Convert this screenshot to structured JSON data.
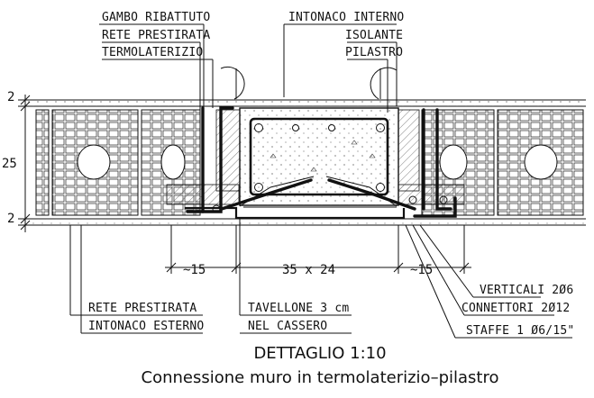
{
  "labels": {
    "gambo_ribattuto": "GAMBO RIBATTUTO",
    "rete_prestirata_top": "RETE PRESTIRATA",
    "termolaterizio": "TERMOLATERIZIO",
    "intonaco_interno": "INTONACO INTERNO",
    "isolante": "ISOLANTE",
    "pilastro": "PILASTRO",
    "rete_prestirata_bottom": "RETE PRESTIRATA",
    "intonaco_esterno": "INTONACO ESTERNO",
    "tavellone": "TAVELLONE 3 cm",
    "nel_cassero": "NEL CASSERO",
    "verticali": "VERTICALI 2Ø6",
    "connettori": "CONNETTORI 2Ø12",
    "staffe": "STAFFE 1 Ø6/15\""
  },
  "dimensions": {
    "top_plaster": "2",
    "wall_thickness": "25",
    "bottom_plaster": "2",
    "left_overlap": "~15",
    "pillar_size": "35 x 24",
    "right_overlap": "~15"
  },
  "title": {
    "line1": "DETTAGLIO 1:10",
    "line2": "Connessione muro in termolaterizio–pilastro"
  }
}
